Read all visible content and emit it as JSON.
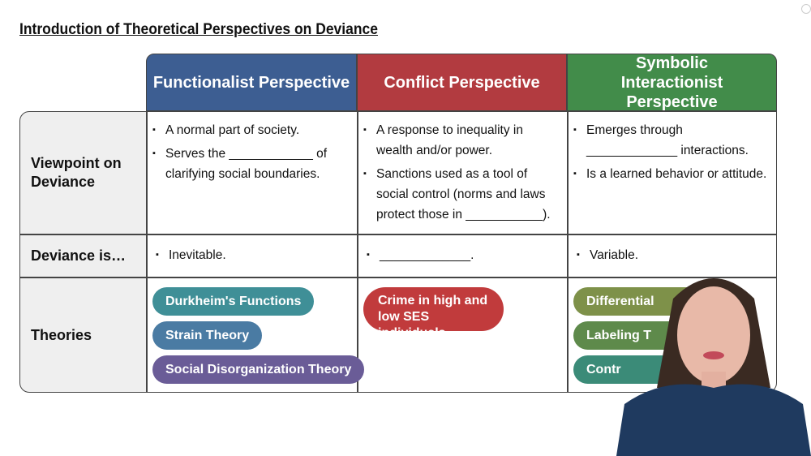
{
  "title": "Introduction of Theoretical Perspectives on Deviance",
  "headers": [
    {
      "label": "Functionalist Perspective",
      "color": "#3d5e92"
    },
    {
      "label": "Conflict Perspective",
      "color": "#b23b40"
    },
    {
      "label": "Symbolic Interactionist Perspective",
      "color": "#428c4a"
    }
  ],
  "rows": {
    "viewpoint": "Viewpoint on Deviance",
    "deviance_is": "Deviance is…",
    "theories": "Theories"
  },
  "viewpoint": {
    "functionalist": [
      "A normal part of society.",
      "Serves the ____________ of clarifying social boundaries."
    ],
    "conflict": [
      "A response to inequality in wealth and/or power.",
      "Sanctions used as a tool of social control (norms and laws protect those in ___________)."
    ],
    "symbolic": [
      "Emerges through _____________ interactions.",
      "Is a learned behavior or attitude."
    ]
  },
  "deviance_is": {
    "functionalist": "Inevitable.",
    "conflict": "_____________.",
    "symbolic": "Variable."
  },
  "theories": {
    "functionalist": [
      {
        "label": "Durkheim's Functions",
        "color": "#3f8f97"
      },
      {
        "label": "Strain Theory",
        "color": "#4a7ba3"
      },
      {
        "label": "Social Disorganization Theory",
        "color": "#6a5c97"
      }
    ],
    "conflict": [
      {
        "label": "Crime in high and low SES individuals",
        "color": "#c13b3c"
      }
    ],
    "symbolic": [
      {
        "label": "Differential",
        "color": "#7e9149"
      },
      {
        "label": "Labeling T",
        "color": "#5e8a4b"
      },
      {
        "label": "Contr",
        "color": "#3b8b78"
      }
    ]
  }
}
